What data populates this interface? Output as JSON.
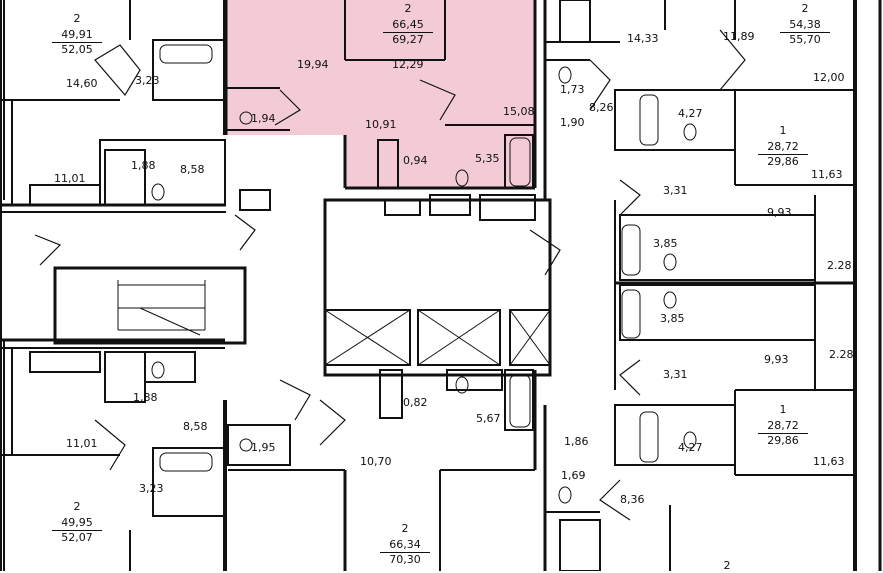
{
  "colors": {
    "highlight": "#f3cbd6",
    "wall": "#111111",
    "background": "#ffffff"
  },
  "apartments": [
    {
      "id": "a1",
      "rooms": "2",
      "area": "49,91",
      "total": "52,05"
    },
    {
      "id": "a2",
      "rooms": "2",
      "area": "66,45",
      "total": "69,27"
    },
    {
      "id": "a3",
      "rooms": "2",
      "area": "54,38",
      "total": "55,70"
    },
    {
      "id": "a4",
      "rooms": "1",
      "area": "28,72",
      "total": "29,86"
    },
    {
      "id": "a5",
      "rooms": "1",
      "area": "28,72",
      "total": "29,86"
    },
    {
      "id": "a6",
      "rooms": "2",
      "area": "49,95",
      "total": "52,07"
    },
    {
      "id": "a7",
      "rooms": "2",
      "area": "66,34",
      "total": "70,30"
    },
    {
      "id": "a8",
      "rooms": "2",
      "area": "",
      "total": ""
    }
  ],
  "rooms": [
    "14,60",
    "3,23",
    "19,94",
    "12,29",
    "14,33",
    "11,89",
    "12,00",
    "1,73",
    "8,26",
    "1,90",
    "4,27",
    "1,94",
    "10,91",
    "15,08",
    "0,94",
    "5,35",
    "1,88",
    "8,58",
    "11,01",
    "11,63",
    "3,31",
    "9,93",
    "3,85",
    "2.28",
    "3,85",
    "9,93",
    "2.28",
    "3,31",
    "1,88",
    "0,82",
    "5,67",
    "8,58",
    "1,86",
    "4,27",
    "11,01",
    "1,95",
    "10,70",
    "11,63",
    "1,69",
    "3,23",
    "8,36"
  ]
}
